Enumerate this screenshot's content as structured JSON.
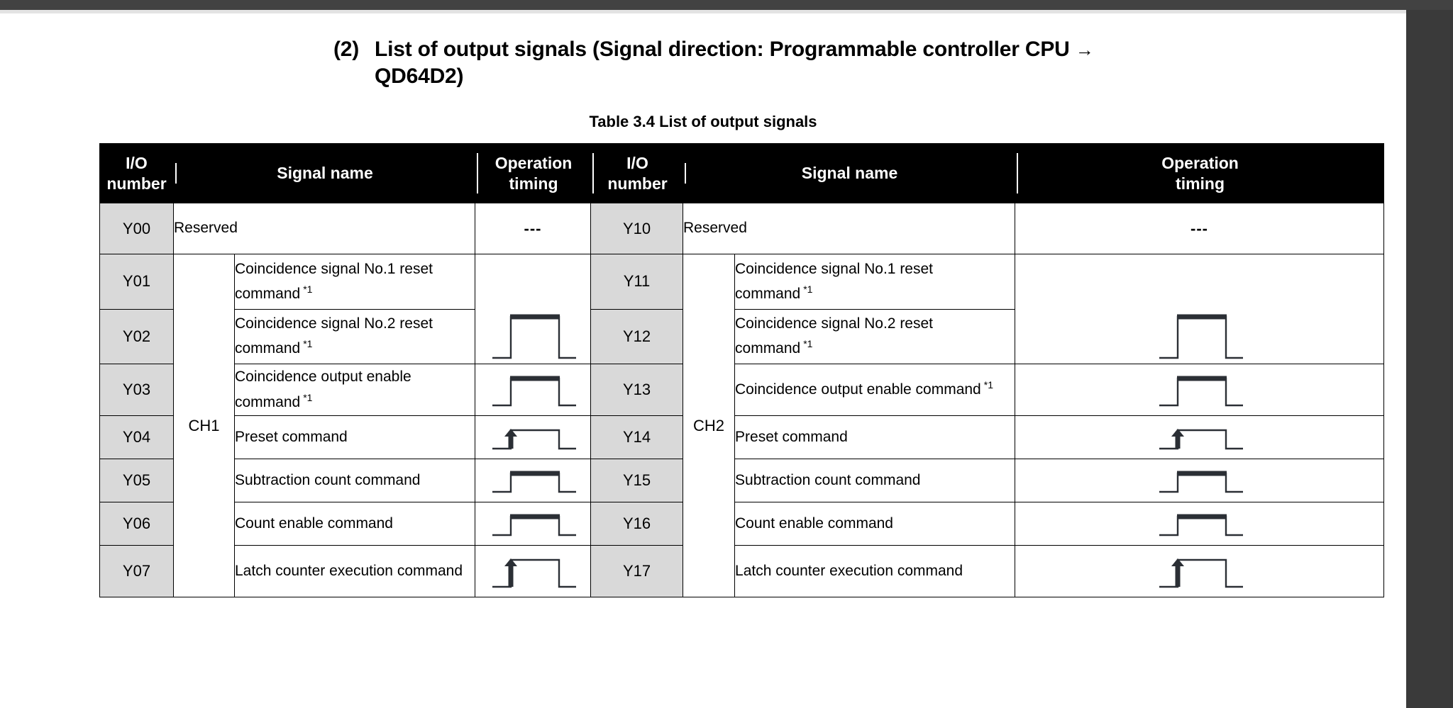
{
  "document": {
    "heading_number": "(2)",
    "heading_line1": "List of output signals (Signal direction: Programmable controller CPU",
    "heading_arrow": "→",
    "heading_line2": "QD64D2)",
    "table_caption": "Table 3.4 List of output signals"
  },
  "table": {
    "headers": {
      "io_number": "I/O\nnumber",
      "io_number_l1": "I/O",
      "io_number_l2": "number",
      "signal_name": "Signal name",
      "operation_timing_l1": "Operation",
      "operation_timing_l2": "timing"
    },
    "channels": {
      "left": "CH1",
      "right": "CH2"
    },
    "footnote_mark": "*1",
    "dash": "---",
    "rows": [
      {
        "left_io": "Y00",
        "left_signal": "Reserved",
        "left_footnote": "",
        "left_timing": "dash",
        "right_io": "Y10",
        "right_signal": "Reserved",
        "right_footnote": "",
        "right_timing": "dash"
      },
      {
        "left_io": "Y01",
        "left_signal": "Coincidence signal No.1 reset command",
        "left_footnote": "*1",
        "left_timing": "pulse-thick-shared-top",
        "right_io": "Y11",
        "right_signal": "Coincidence signal No.1 reset command",
        "right_footnote": "*1",
        "right_timing": "pulse-thick-shared-top"
      },
      {
        "left_io": "Y02",
        "left_signal": "Coincidence signal No.2 reset command",
        "left_footnote": "*1",
        "left_timing": "pulse-thick-shared-bottom",
        "right_io": "Y12",
        "right_signal": "Coincidence signal No.2 reset command",
        "right_footnote": "*1",
        "right_timing": "pulse-thick-shared-bottom"
      },
      {
        "left_io": "Y03",
        "left_signal": "Coincidence output enable command",
        "left_footnote": "*1",
        "left_timing": "pulse-thick",
        "right_io": "Y13",
        "right_signal": "Coincidence output enable command",
        "right_footnote": "*1",
        "right_timing": "pulse-thick"
      },
      {
        "left_io": "Y04",
        "left_signal": "Preset command",
        "left_footnote": "",
        "left_timing": "pulse-arrow",
        "right_io": "Y14",
        "right_signal": "Preset command",
        "right_footnote": "",
        "right_timing": "pulse-arrow"
      },
      {
        "left_io": "Y05",
        "left_signal": "Subtraction count command",
        "left_footnote": "",
        "left_timing": "pulse-thick",
        "right_io": "Y15",
        "right_signal": "Subtraction count command",
        "right_footnote": "",
        "right_timing": "pulse-thick"
      },
      {
        "left_io": "Y06",
        "left_signal": "Count enable command",
        "left_footnote": "",
        "left_timing": "pulse-thick",
        "right_io": "Y16",
        "right_signal": "Count enable command",
        "right_footnote": "",
        "right_timing": "pulse-thick"
      },
      {
        "left_io": "Y07",
        "left_signal": "Latch counter execution command",
        "left_footnote": "",
        "left_timing": "pulse-arrow",
        "right_io": "Y17",
        "right_signal": "Latch counter execution command",
        "right_footnote": "",
        "right_timing": "pulse-arrow"
      }
    ]
  },
  "colors": {
    "header_bg": "#000000",
    "header_fg": "#ffffff",
    "io_cell_bg": "#d9d9d9",
    "page_bg": "#ffffff",
    "app_bg": "#3a3a3a",
    "rule": "#000000",
    "wave_stroke": "#2b2f35"
  }
}
